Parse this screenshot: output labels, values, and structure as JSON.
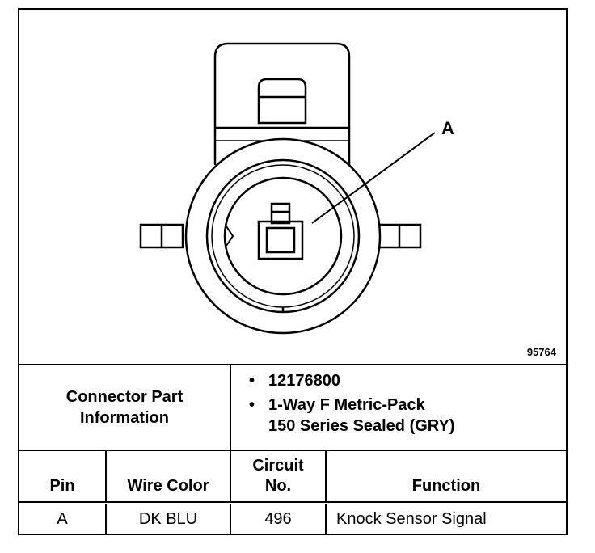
{
  "diagram": {
    "callout_label": "A",
    "figure_number": "95764"
  },
  "connector_info": {
    "label_line1": "Connector Part",
    "label_line2": "Information",
    "items": [
      {
        "bullet": "•",
        "line1": "12176800",
        "line2": ""
      },
      {
        "bullet": "•",
        "line1": "1-Way F Metric-Pack",
        "line2": "150 Series Sealed (GRY)"
      }
    ]
  },
  "pin_table": {
    "headers": {
      "pin": "Pin",
      "wire_color": "Wire Color",
      "circuit_line1": "Circuit",
      "circuit_line2": "No.",
      "function": "Function"
    },
    "rows": [
      {
        "pin": "A",
        "wire_color": "DK BLU",
        "circuit": "496",
        "function": "Knock Sensor Signal"
      }
    ]
  }
}
